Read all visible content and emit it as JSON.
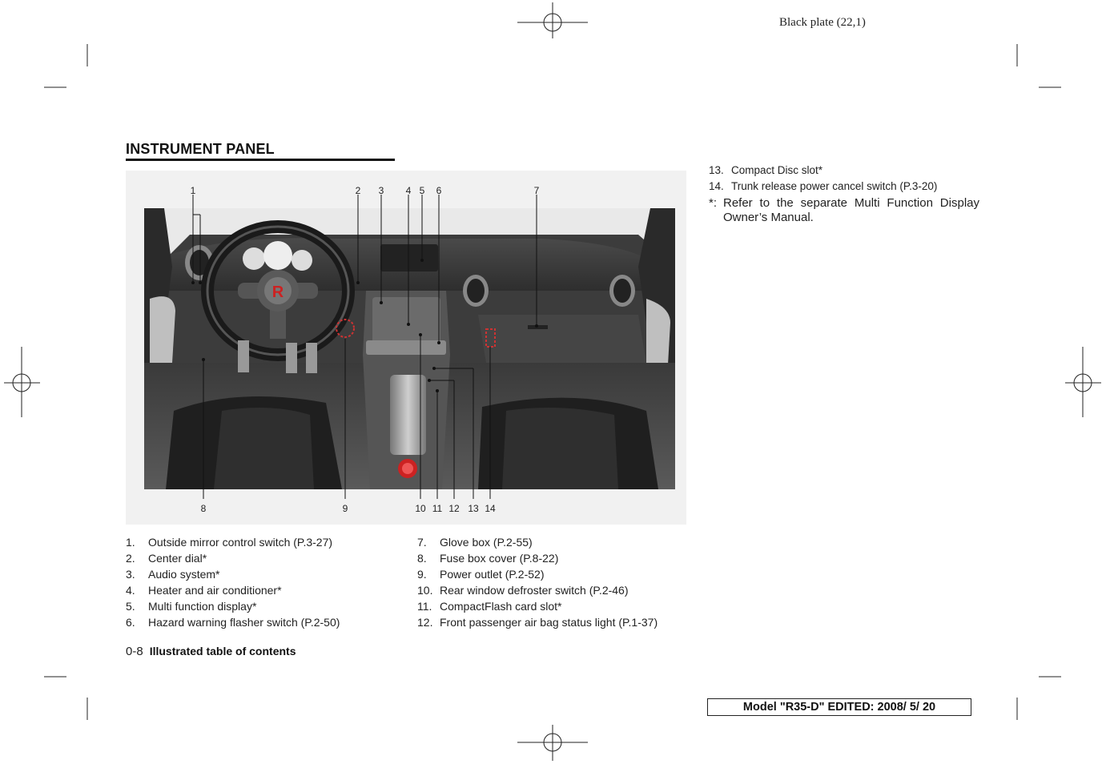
{
  "plate_label": "Black plate (22,1)",
  "section_title": "INSTRUMENT PANEL",
  "figure": {
    "callouts_top": [
      "1",
      "2",
      "3",
      "4",
      "5",
      "6",
      "7"
    ],
    "callouts_bottom": [
      "8",
      "9",
      "10",
      "11",
      "12",
      "13",
      "14"
    ],
    "badge_text": "R"
  },
  "legend": [
    {
      "num": "1.",
      "text": "Outside mirror control switch (P.3-27)"
    },
    {
      "num": "2.",
      "text": "Center dial*"
    },
    {
      "num": "3.",
      "text": "Audio system*"
    },
    {
      "num": "4.",
      "text": "Heater and air conditioner*"
    },
    {
      "num": "5.",
      "text": "Multi function display*"
    },
    {
      "num": "6.",
      "text": "Hazard warning flasher switch (P.2-50)"
    },
    {
      "num": "7.",
      "text": "Glove box (P.2-55)"
    },
    {
      "num": "8.",
      "text": "Fuse box cover (P.8-22)"
    },
    {
      "num": "9.",
      "text": "Power outlet (P.2-52)"
    },
    {
      "num": "10.",
      "text": "Rear window defroster switch (P.2-46)"
    },
    {
      "num": "11.",
      "text": "CompactFlash card slot*"
    },
    {
      "num": "12.",
      "text": "Front passenger air bag status light (P.1-37)"
    },
    {
      "num": "13.",
      "text": "Compact Disc slot*"
    },
    {
      "num": "14.",
      "text": "Trunk release power cancel switch (P.3-20)"
    }
  ],
  "note": {
    "mark": "*:",
    "text": "Refer to the separate Multi Function Display Owner’s Manual."
  },
  "footer": {
    "page_number": "0-8",
    "section": "Illustrated table of contents"
  },
  "model_box": "Model \"R35-D\"  EDITED:  2008/ 5/ 20"
}
